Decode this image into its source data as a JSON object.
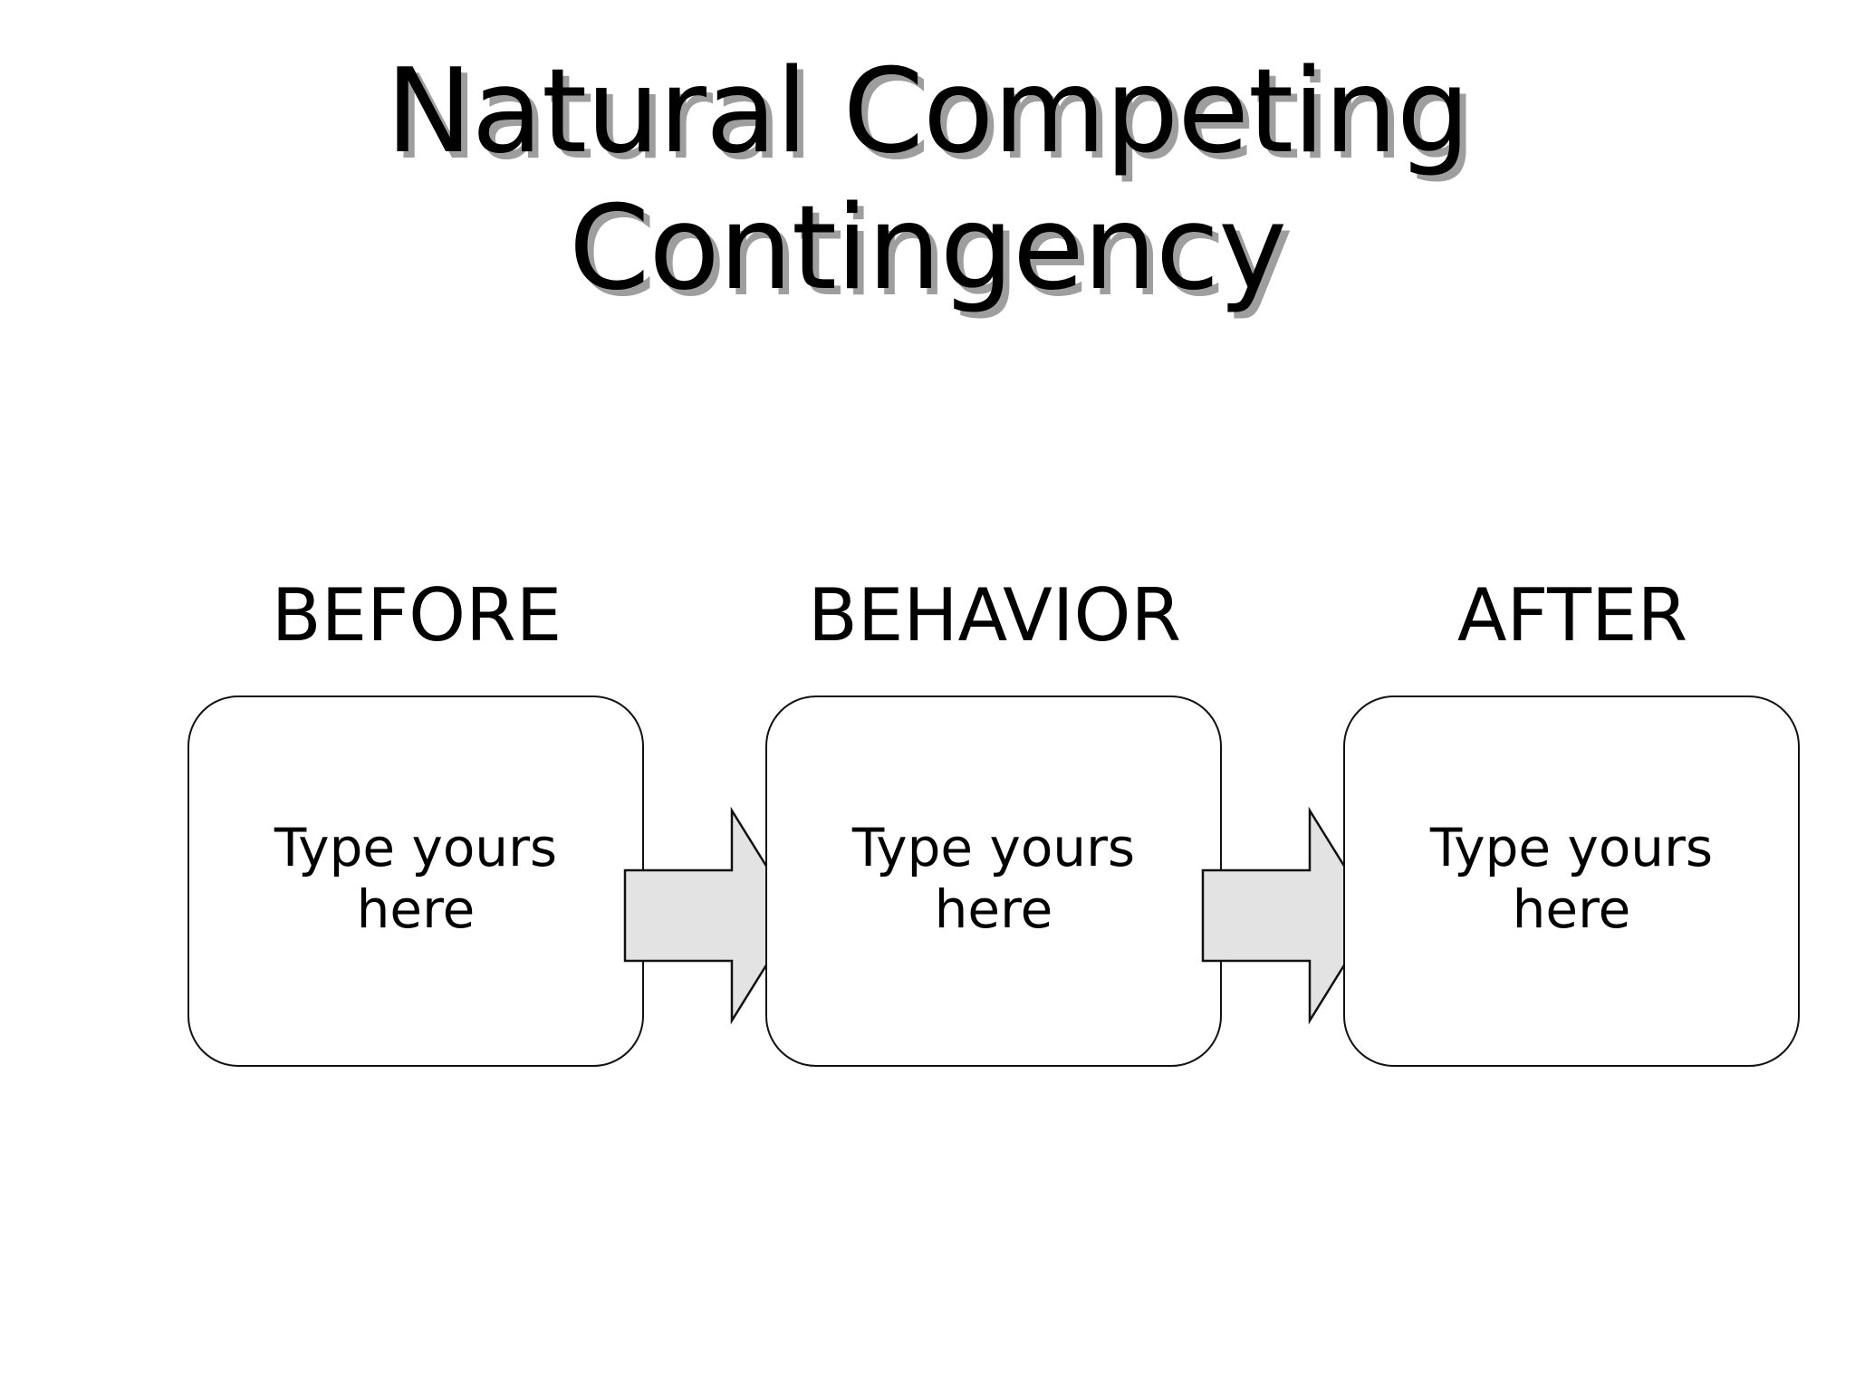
{
  "slide": {
    "background_color": "#ffffff",
    "title": "Natural Competing\nContingency",
    "title_color": "#000000",
    "title_shadow_color": "#9e9e9e"
  },
  "diagram": {
    "type": "three-term-contingency-flow",
    "arrow_fill_color": "#e3e3e3",
    "arrow_stroke_color": "#111111",
    "box_border_color": "#111111",
    "box_fill_color": "#ffffff",
    "stages": [
      {
        "label": "BEFORE",
        "content": "Type yours\nhere"
      },
      {
        "label": "BEHAVIOR",
        "content": "Type yours\nhere"
      },
      {
        "label": "AFTER",
        "content": "Type yours\nhere"
      }
    ],
    "connectors": [
      {
        "name": "arrow-before-to-behavior",
        "direction": "right"
      },
      {
        "name": "arrow-behavior-to-after",
        "direction": "right"
      }
    ]
  }
}
